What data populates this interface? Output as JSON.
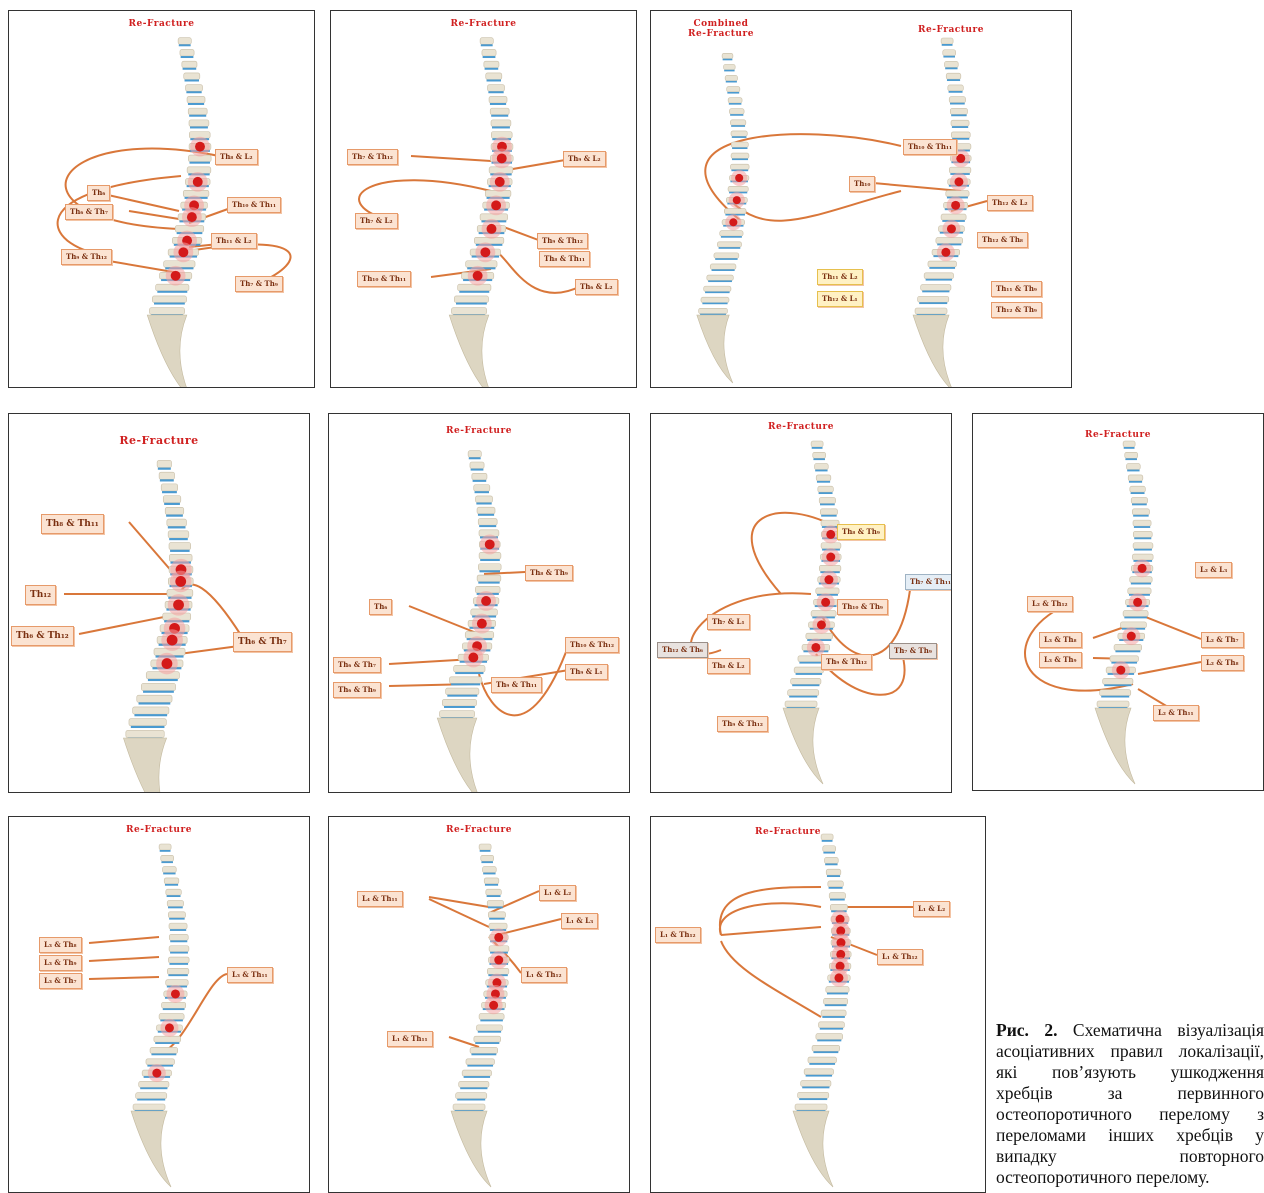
{
  "panels": [
    {
      "title": "Re-Fracture",
      "labels": [
        "Th₈ & L₂",
        "Th₆",
        "Th₆ & Th₇",
        "Th₁₀ & Th₁₁",
        "Th₉ & Th₁₂",
        "Th₁₁ & L₂",
        "Th₇ & Th₉"
      ]
    },
    {
      "title": "Re-Fracture",
      "labels": [
        "Th₇ & Th₁₂",
        "Th₉ & L₂",
        "Th₇ & L₂",
        "Th₉ & Th₁₂",
        "Th₈ & Th₁₁",
        "Th₁₀ & Th₁₁",
        "Th₆ & L₂"
      ]
    },
    {
      "title": "Combined\nRe-Fracture",
      "title2": "Re-Fracture",
      "labels": [
        "Th₁₀ & Th₁₁",
        "Th₁₀",
        "Th₁₂ & L₂",
        "Th₁₂ & Th₈",
        "Th₁₁ & L₂",
        "Th₁₂ & L₁",
        "Th₁₁ & Th₉",
        "Th₁₂ & Th₉"
      ]
    },
    {
      "title": "Re-Fracture",
      "labels": [
        "Th₈ & Th₁₁",
        "Th₁₂",
        "Th₆ & Th₁₂",
        "Th₆ & Th₇"
      ]
    },
    {
      "title": "Re-Fracture",
      "labels": [
        "Th₈ & Th₉",
        "Th₆",
        "Th₆ & Th₇",
        "Th₆ & Th₉",
        "Th₁₀ & Th₁₂",
        "Th₉ & Th₁₁",
        "Th₉ & L₁"
      ]
    },
    {
      "title": "Re-Fracture",
      "labels": [
        "Th₈ & Th₉",
        "Th₇ & Th₁₁",
        "Th₇ & L₁",
        "Th₁₀ & Th₉",
        "Th₁₂ & Th₆",
        "Th₉ & Th₁₂",
        "Th₇ & Th₉",
        "Th₈ & L₂",
        "Th₉ & Th₁₂"
      ]
    },
    {
      "title": "Re-Fracture",
      "labels": [
        "L₂ & L₃",
        "L₂ & Th₁₂",
        "L₃ & Th₈",
        "L₃ & Th₉",
        "L₂ & Th₇",
        "L₂ & Th₈",
        "L₂ & Th₁₁"
      ]
    },
    {
      "title": "Re-Fracture",
      "labels": [
        "L₃ & Th₈",
        "L₃ & Th₉",
        "L₃ & Th₇",
        "L₃ & Th₁₁"
      ]
    },
    {
      "title": "Re-Fracture",
      "labels": [
        "L₄ & Th₁₁",
        "L₁ & L₂",
        "L₁ & L₃",
        "L₁ & Th₁₂",
        "L₁ & Th₁₁"
      ]
    },
    {
      "title": "Re-Fracture",
      "labels": [
        "L₁ & Th₁₂",
        "L₁ & L₂",
        "L₁ & Th₁₂"
      ]
    }
  ],
  "caption": {
    "bold": "Рис. 2.",
    "text": " Схематична візуалізація асоціативних правил локалізації, які пов’язують ушкодження хребців за первинного остеопоротичного перелому з переломами інших хребців у випадку повторного остеопоротичного перелому."
  }
}
